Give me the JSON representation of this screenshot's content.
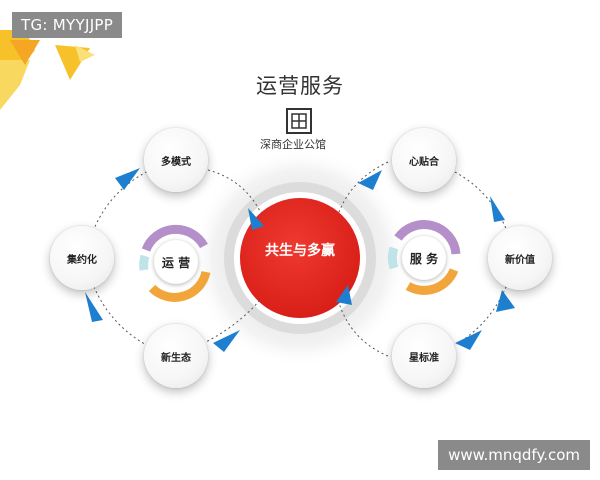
{
  "tag": "TG: MYYJJPP",
  "title": "运营服务",
  "brand": {
    "name": "深商企业公馆",
    "logo_icon": "seal-logo-icon"
  },
  "center": {
    "label": "共生与多赢",
    "color": "#e42c23"
  },
  "left_group": {
    "hub_label": "运 营",
    "nodes": [
      "多模式",
      "集约化",
      "新生态"
    ]
  },
  "right_group": {
    "hub_label": "服 务",
    "nodes": [
      "心贴合",
      "新价值",
      "星标准"
    ]
  },
  "colors": {
    "arrow_blue": "#1e7fd0",
    "ring_purple": "#b48fc9",
    "ring_orange": "#f1a53a",
    "ring_teal": "#bfe3e8",
    "corner_yellow": "#f7c12a"
  },
  "watermark_url": "www.mnqdfy.com"
}
